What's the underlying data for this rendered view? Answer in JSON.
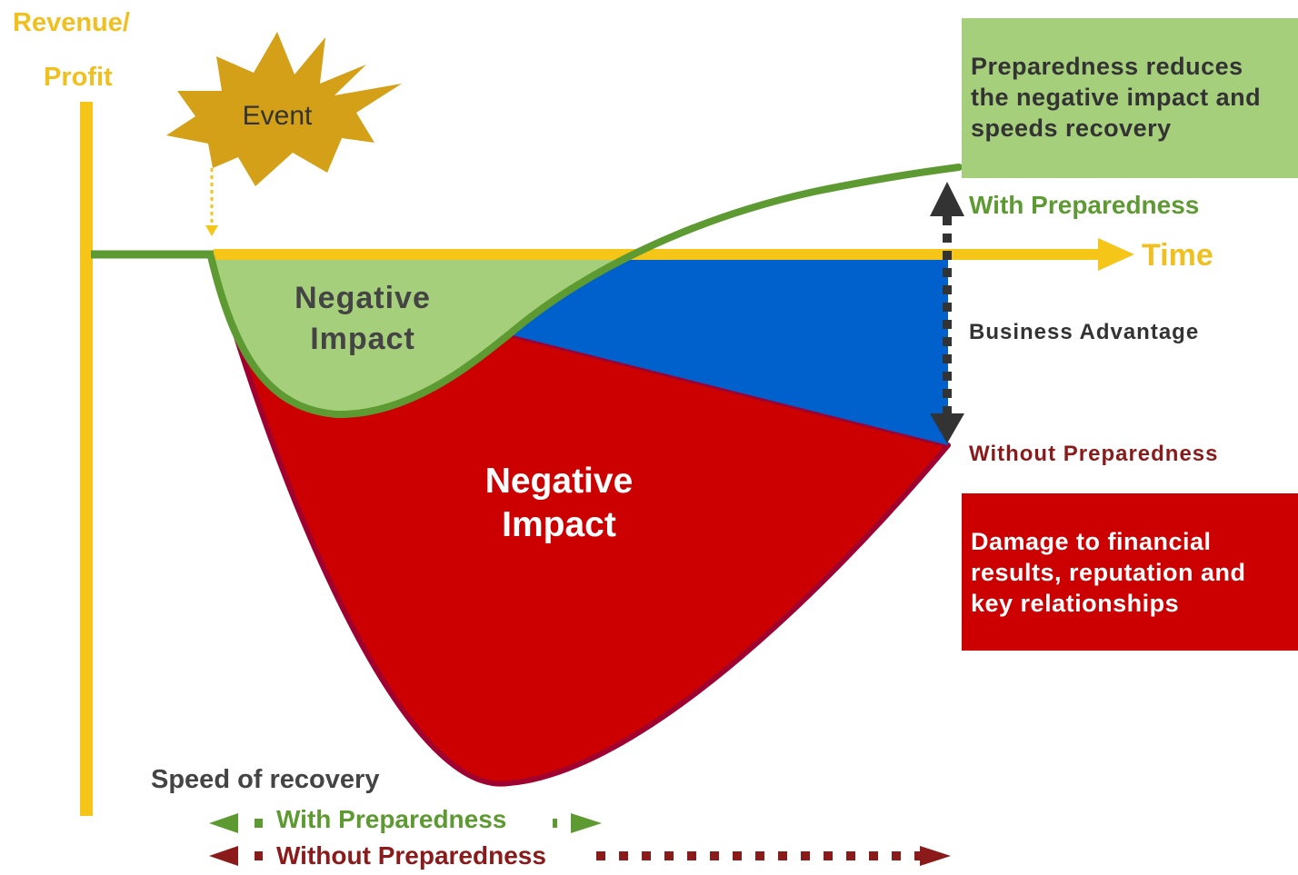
{
  "axis": {
    "y_label_line1": "Revenue/",
    "y_label_line2": "Profit",
    "x_label": "Time"
  },
  "event": {
    "label": "Event"
  },
  "regions": {
    "green_label_line1": "Negative",
    "green_label_line2": "Impact",
    "red_label_line1": "Negative",
    "red_label_line2": "Impact"
  },
  "curves": {
    "with_label": "With Preparedness",
    "without_label": "Without Preparedness",
    "advantage_label": "Business Advantage"
  },
  "callouts": {
    "green_lines": [
      "Preparedness reduces",
      "the negative impact and",
      "speeds recovery"
    ],
    "red_lines": [
      "Damage to financial",
      "results, reputation and",
      "key relationships"
    ]
  },
  "recovery": {
    "title": "Speed of recovery",
    "with_label": "With Preparedness",
    "without_label": "Without Preparedness"
  },
  "colors": {
    "axis_yellow": "#f5c518",
    "axis_label": "#f0c020",
    "green_curve": "#5e9a32",
    "green_fill": "#a6cf7c",
    "red_fill": "#cc0000",
    "red_edge": "#a00030",
    "blue_fill": "#0060cc",
    "dark_red_text": "#8b1a1a",
    "starburst": "#d4a017",
    "arrow_dark": "#333333"
  }
}
